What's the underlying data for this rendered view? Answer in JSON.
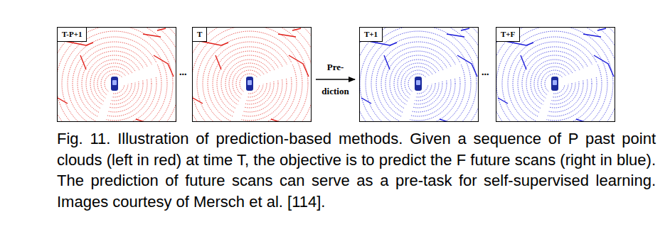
{
  "diagram": {
    "caption": "Fig. 11. Illustration of prediction-based methods. Given a sequence of P past point clouds (left in red) at time T, the objective is to predict the F future scans (right in blue). The prediction of future scans can serve as a pre-task for self-supervised learning. Images courtesy of Mersch et al. [114].",
    "nodes": [
      {
        "text": [
          "T-P+1"
        ]
      },
      {
        "text": [
          "T"
        ]
      },
      {
        "text": [
          "T+1"
        ]
      },
      {
        "text": [
          "T+F"
        ]
      }
    ],
    "edges": [
      {
        "from": 1,
        "to": 2,
        "arrow": "to",
        "label": "Pre- diction"
      }
    ],
    "labels": [
      "...",
      "..."
    ]
  }
}
